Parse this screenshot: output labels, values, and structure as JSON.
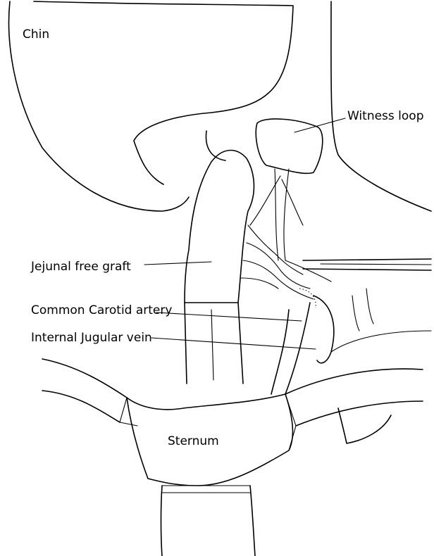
{
  "labels": {
    "chin": "Chin",
    "witness_loop": "Witness loop",
    "jejunal_graft": "Jejunal free graft",
    "carotid": "Common Carotid artery",
    "jugular": "Internal Jugular vein",
    "sternum": "Sternum"
  }
}
